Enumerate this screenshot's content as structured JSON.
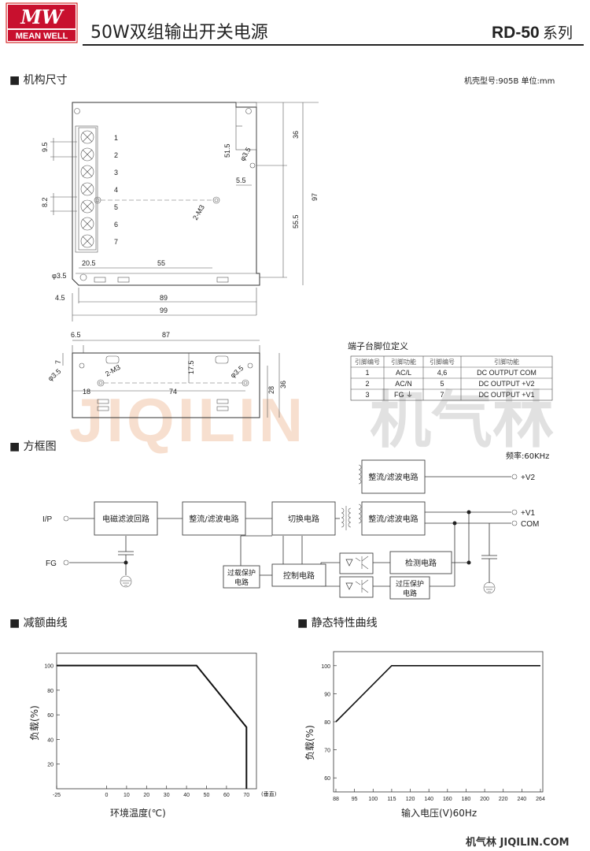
{
  "header": {
    "logo_top": "MW",
    "logo_bottom": "MEAN WELL",
    "title": "50W双组输出开关电源",
    "model": "RD-50",
    "model_suffix": "系列"
  },
  "sections": {
    "mechanical": "■ 机构尺寸",
    "block": "■ 方框图",
    "derating": "■ 减额曲线",
    "static": "■ 静态特性曲线"
  },
  "mechanical": {
    "case_note": "机壳型号:905B 单位:mm",
    "pins": [
      "1",
      "2",
      "3",
      "4",
      "5",
      "6",
      "7"
    ],
    "dims": {
      "d9_5": "9.5",
      "d8_2": "8.2",
      "d20_5": "20.5",
      "d55": "55",
      "d4_5": "4.5",
      "d89": "89",
      "d99": "99",
      "d36": "36",
      "d97": "97",
      "d55_5": "55.5",
      "d51_5": "51.5",
      "d5_5": "5.5",
      "phi35": "φ3.5",
      "m3": "2-M3",
      "d6_5": "6.5",
      "d87": "87",
      "d7": "7",
      "d17_5": "17.5",
      "d18": "18",
      "d74": "74",
      "d28": "28",
      "d36b": "36"
    }
  },
  "pin_table": {
    "title": "端子台脚位定义",
    "headers": [
      "引脚编号",
      "引脚功能",
      "引脚编号",
      "引脚功能"
    ],
    "rows": [
      [
        "1",
        "AC/L",
        "4,6",
        "DC OUTPUT COM"
      ],
      [
        "2",
        "AC/N",
        "5",
        "DC OUTPUT +V2"
      ],
      [
        "3",
        "FG ⏚",
        "7",
        "DC OUTPUT +V1"
      ]
    ]
  },
  "watermark": {
    "latin": "JIQILIN",
    "cjk": "机气林"
  },
  "block": {
    "freq": "频率:60KHz",
    "ip": "I/P",
    "fg": "FG",
    "emi": "电磁滤波回路",
    "rect1": "整流/滤波电路",
    "switch": "切换电路",
    "rect_v2": "整流/滤波电路",
    "rect_v1": "整流/滤波电路",
    "v2": "+V2",
    "v1": "+V1",
    "com": "COM",
    "ocp1": "过载保护",
    "ocp2": "电路",
    "control": "控制电路",
    "detect": "检测电路",
    "ovp1": "过压保护",
    "ovp2": "电路"
  },
  "derating": {
    "ylabel": "负载(%)",
    "xlabel": "环境温度(℃)",
    "vertical": "(垂直)"
  },
  "static_curve": {
    "ylabel": "负载(%)",
    "xlabel": "输入电压(V)60Hz"
  },
  "chart_data": [
    {
      "type": "line",
      "x": [
        -25,
        45,
        70,
        70
      ],
      "series": [
        {
          "values": [
            100,
            100,
            50,
            0
          ]
        }
      ],
      "xticks": [
        -25,
        0,
        10,
        20,
        30,
        40,
        50,
        60,
        70
      ],
      "yticks": [
        20,
        40,
        60,
        80,
        100
      ],
      "xlabel": "环境温度(℃)",
      "ylabel": "负载(%)",
      "xlim": [
        -25,
        75
      ],
      "ylim": [
        0,
        110
      ]
    },
    {
      "type": "line",
      "x": [
        88,
        115,
        264
      ],
      "series": [
        {
          "values": [
            80,
            100,
            100
          ]
        }
      ],
      "xticks": [
        88,
        95,
        100,
        115,
        120,
        140,
        160,
        180,
        200,
        220,
        240,
        264
      ],
      "yticks": [
        60,
        70,
        80,
        90,
        100
      ],
      "xlabel": "输入电压(V)60Hz",
      "ylabel": "负载(%)",
      "ylim": [
        55,
        105
      ]
    }
  ],
  "footer": "机气林 JIQILIN.COM"
}
